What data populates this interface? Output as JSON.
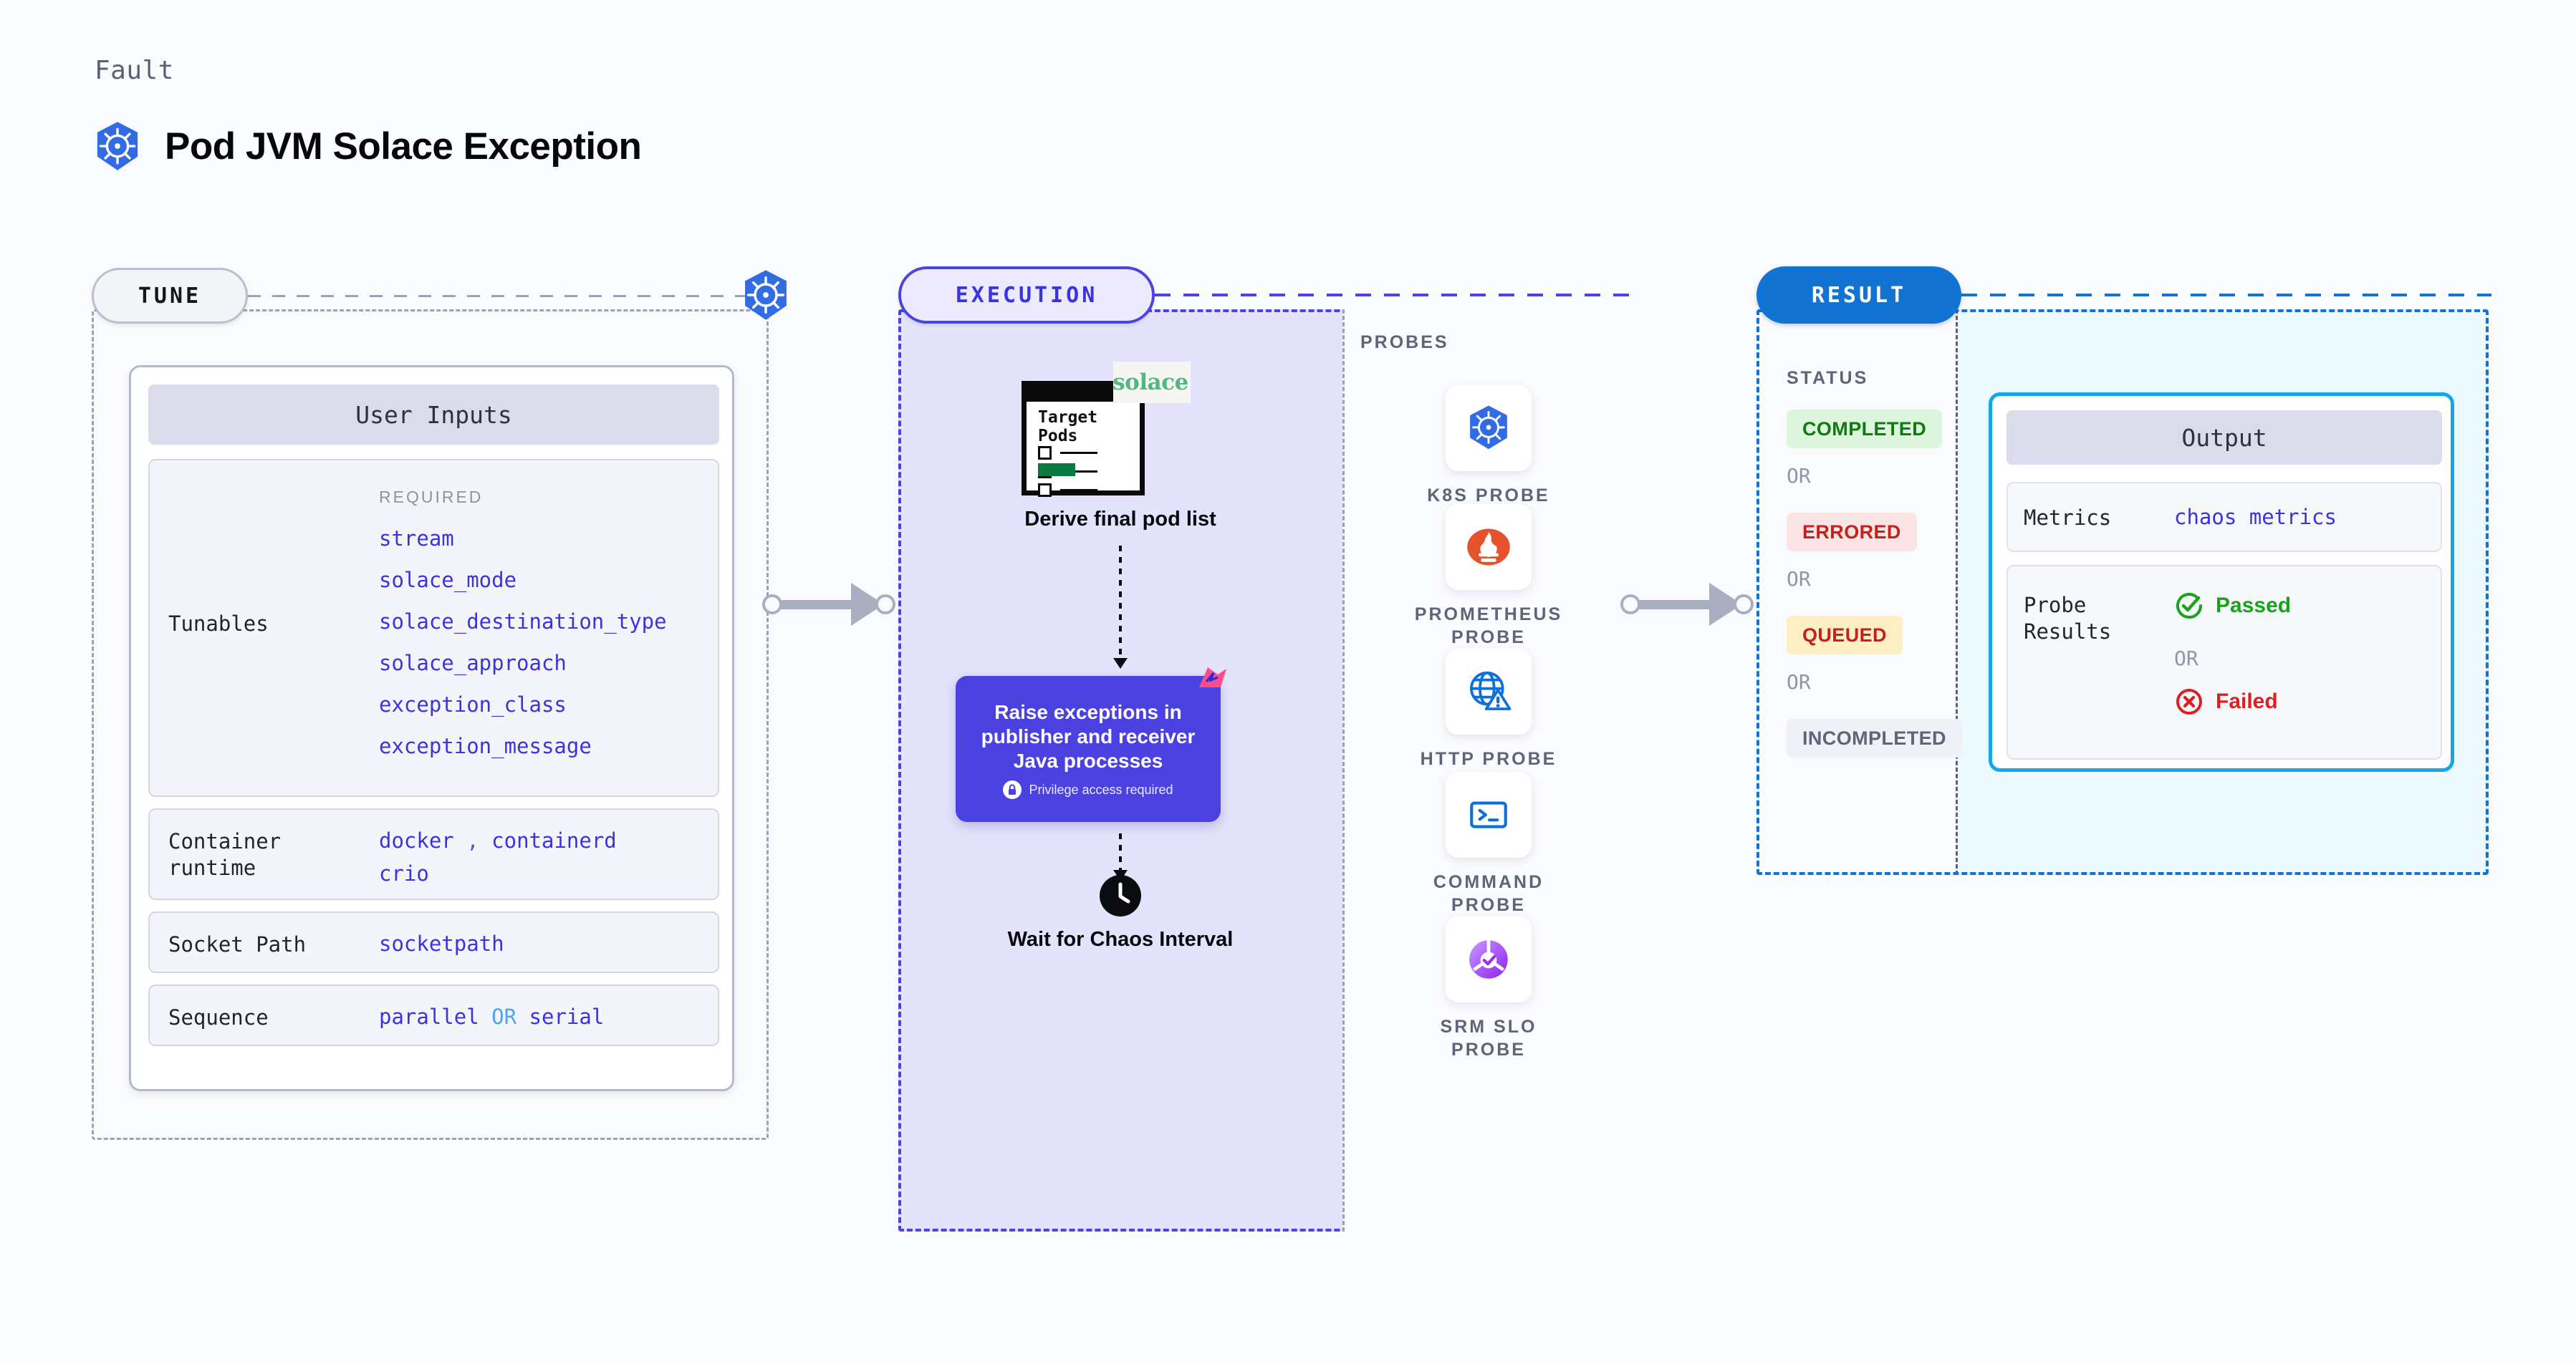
{
  "header": {
    "eyebrow": "Fault",
    "title": "Pod JVM Solace Exception",
    "icon": "kubernetes-icon"
  },
  "tune": {
    "pill": "TUNE",
    "icon": "kubernetes-icon",
    "card_title": "User Inputs",
    "rows": [
      {
        "label": "Tunables",
        "required_tag": "REQUIRED",
        "values": [
          "stream",
          "solace_mode",
          "solace_destination_type",
          "solace_approach",
          "exception_class",
          "exception_message"
        ]
      },
      {
        "label": "Container\nruntime",
        "values": [
          "docker",
          "containerd",
          "crio"
        ],
        "separator": ","
      },
      {
        "label": "Socket Path",
        "values": [
          "socketpath"
        ]
      },
      {
        "label": "Sequence",
        "values": [
          "parallel",
          "serial"
        ],
        "joiner": "OR"
      }
    ],
    "row_labels": {
      "tunables": "Tunables",
      "container_runtime_line1": "Container",
      "container_runtime_line2": "runtime",
      "socket_path": "Socket Path",
      "sequence": "Sequence"
    },
    "tunable_values": {
      "required": "REQUIRED",
      "v1": "stream",
      "v2": "solace_mode",
      "v3": "solace_destination_type",
      "v4": "solace_approach",
      "v5": "exception_class",
      "v6": "exception_message"
    },
    "runtime_values": {
      "docker": "docker",
      "comma": ",",
      "containerd": "containerd",
      "crio": "crio"
    },
    "socket_value": "socketpath",
    "sequence_values": {
      "parallel": "parallel",
      "or": "OR",
      "serial": "serial"
    }
  },
  "execution": {
    "pill": "EXECUTION",
    "pods_image": {
      "title_line1": "Target",
      "title_line2": "Pods",
      "brand": "solace",
      "brand_icon": "solace-logo"
    },
    "step1_caption": "Derive final pod list",
    "action_card": {
      "text": "Raise exceptions in publisher and receiver Java processes",
      "privilege_note": "Privilege access required",
      "lock_icon": "lock-icon",
      "flag_icon": "chaos-flag-icon"
    },
    "step3_caption": "Wait for Chaos Interval",
    "clock_icon": "clock-icon"
  },
  "probes": {
    "title": "PROBES",
    "items": [
      {
        "label": "K8S PROBE",
        "icon": "kubernetes-icon"
      },
      {
        "label": "PROMETHEUS PROBE",
        "icon": "prometheus-icon"
      },
      {
        "label": "HTTP PROBE",
        "icon": "globe-warning-icon"
      },
      {
        "label": "COMMAND PROBE",
        "icon": "terminal-icon"
      },
      {
        "label": "SRM SLO PROBE",
        "icon": "srm-slo-icon"
      }
    ]
  },
  "result": {
    "pill": "RESULT",
    "status_title": "STATUS",
    "or_label": "OR",
    "statuses": [
      {
        "label": "COMPLETED",
        "bg": "#dcf5dc",
        "fg": "#0f7a11"
      },
      {
        "label": "ERRORED",
        "bg": "#fbe4e4",
        "fg": "#c42020"
      },
      {
        "label": "QUEUED",
        "bg": "#fdeec4",
        "fg": "#c42020"
      },
      {
        "label": "INCOMPLETED",
        "bg": "#f0f1f6",
        "fg": "#5f6478"
      }
    ],
    "output": {
      "title": "Output",
      "metrics_label": "Metrics",
      "metrics_value": "chaos metrics",
      "probe_results_label_line1": "Probe",
      "probe_results_label_line2": "Results",
      "passed": "Passed",
      "failed": "Failed",
      "or_label": "OR",
      "passed_icon": "check-circle-icon",
      "failed_icon": "x-circle-icon"
    }
  },
  "colors": {
    "kubernetes_blue": "#326ce5",
    "execution_purple": "#4b41e0",
    "result_blue": "#1273d3",
    "output_cyan": "#10a8e8",
    "tunable_indigo": "#3b33e0",
    "passed_green": "#1aa31a",
    "failed_red": "#dd1f1f",
    "solace_green": "#56b683"
  }
}
